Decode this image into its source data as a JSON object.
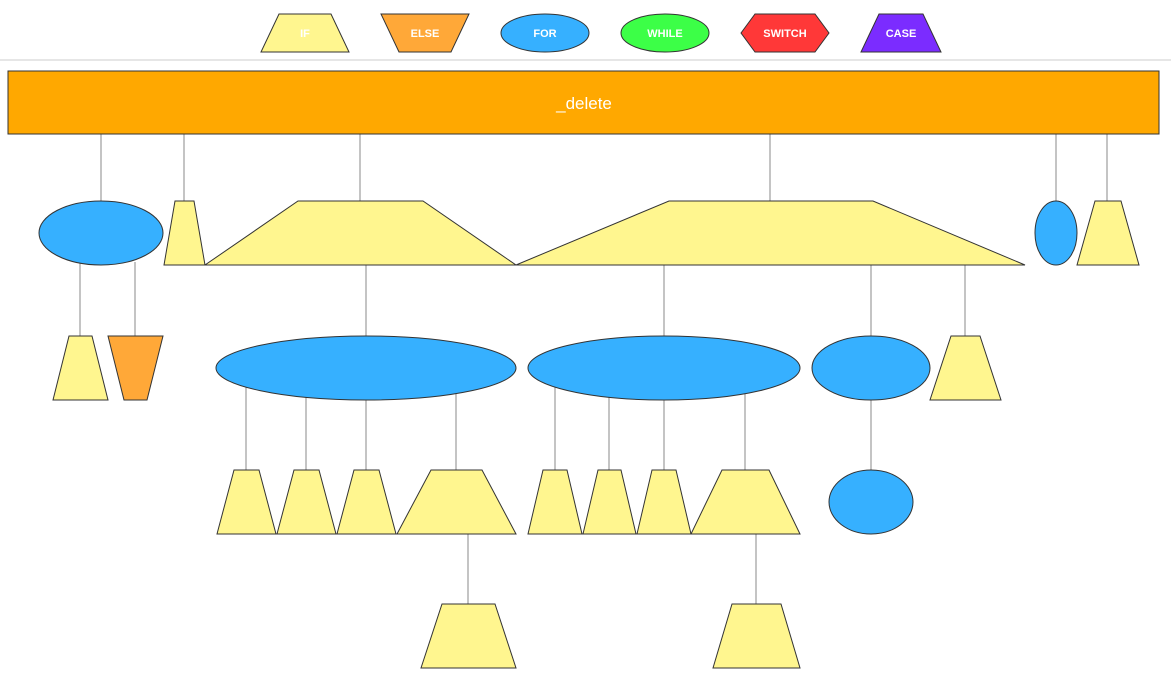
{
  "legend": {
    "if": "IF",
    "else": "ELSE",
    "for": "FOR",
    "while": "WHILE",
    "switch": "SWITCH",
    "case": "CASE"
  },
  "colors": {
    "if": "#fff68f",
    "else": "#ffa838",
    "for": "#36b0ff",
    "while": "#3cff47",
    "switch": "#ff3838",
    "case": "#7b2cff",
    "root": "#ffa800"
  },
  "root": {
    "label": "_delete"
  }
}
